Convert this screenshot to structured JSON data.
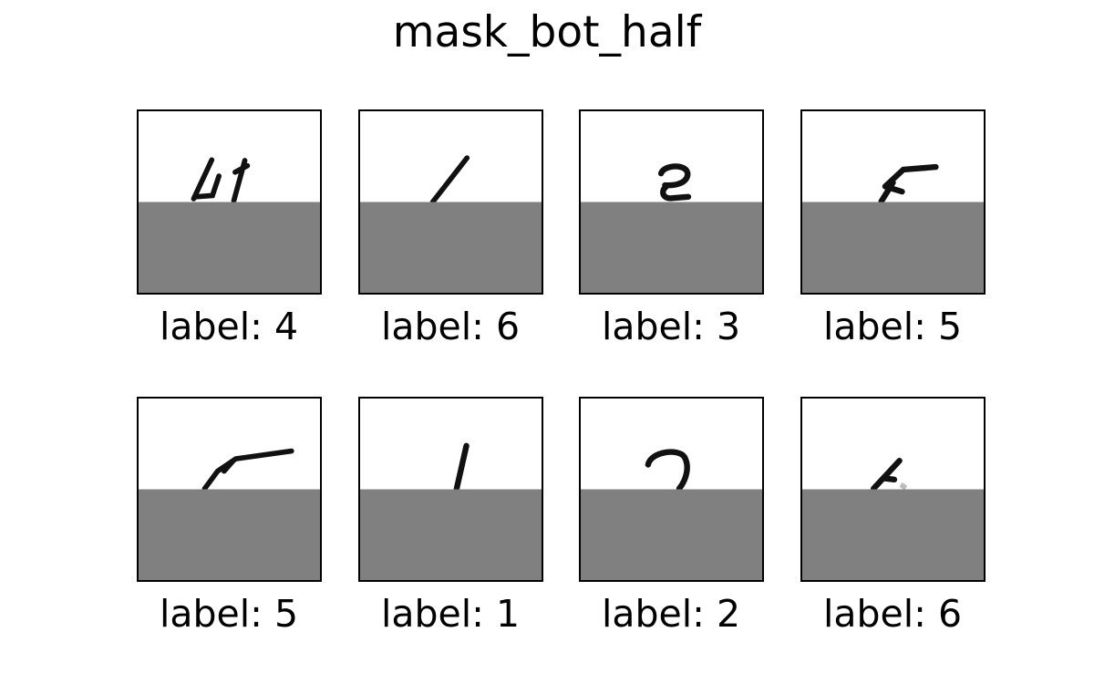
{
  "figure": {
    "title": "mask_bot_half"
  },
  "panels": [
    {
      "label": "label: 4"
    },
    {
      "label": "label: 6"
    },
    {
      "label": "label: 3"
    },
    {
      "label": "label: 5"
    },
    {
      "label": "label: 5"
    },
    {
      "label": "label: 1"
    },
    {
      "label": "label: 2"
    },
    {
      "label": "label: 6"
    }
  ],
  "colors": {
    "mask": "#808080",
    "ink": "#111111",
    "frame": "#000000",
    "background": "#ffffff"
  }
}
